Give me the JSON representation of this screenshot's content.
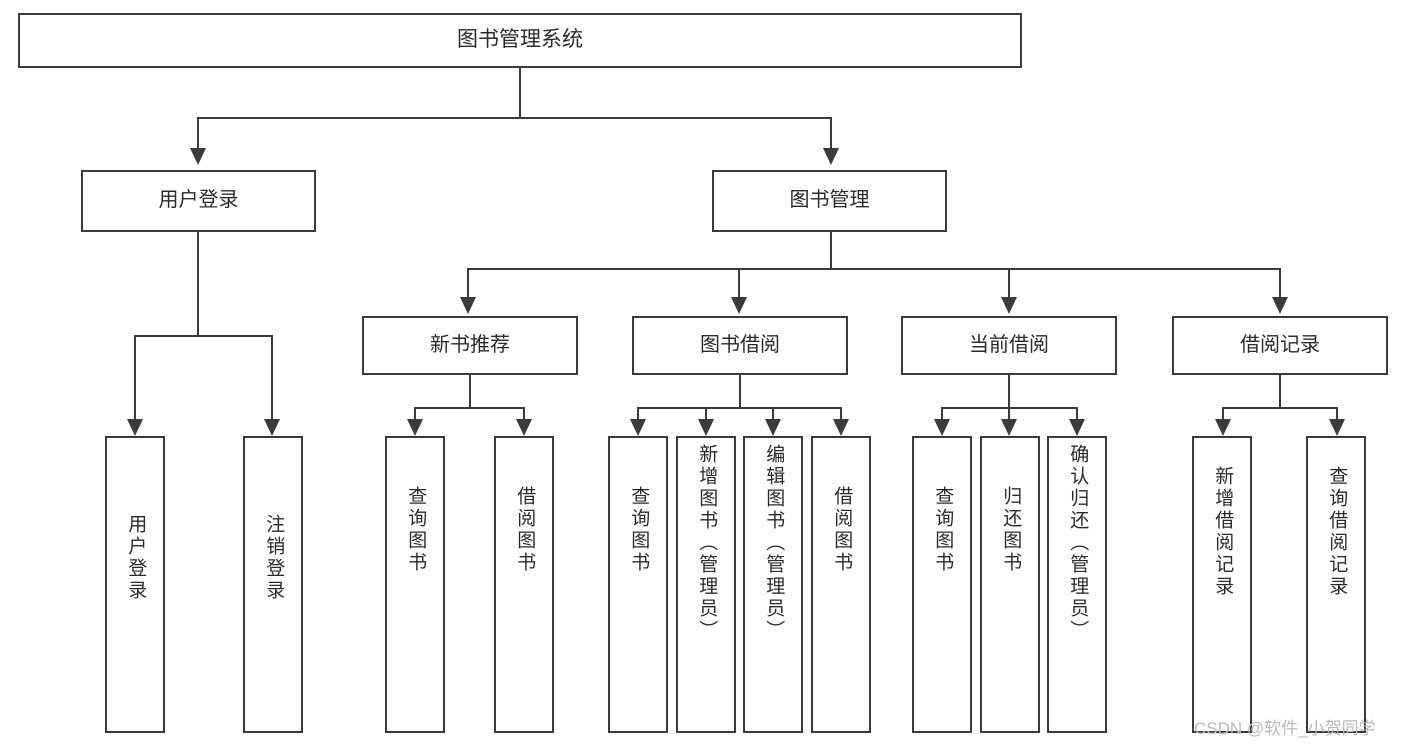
{
  "diagram": {
    "title_node": {
      "label": "图书管理系统"
    },
    "level2": [
      {
        "id": "user-login",
        "label": "用户登录"
      },
      {
        "id": "book-management",
        "label": "图书管理"
      }
    ],
    "level3": [
      {
        "id": "new-book-recommend",
        "label": "新书推荐"
      },
      {
        "id": "book-borrow",
        "label": "图书借阅"
      },
      {
        "id": "current-borrow",
        "label": "当前借阅"
      },
      {
        "id": "borrow-record",
        "label": "借阅记录"
      }
    ],
    "leaves": [
      {
        "id": "leaf-user-login",
        "parent": "user-login",
        "label": "用户登录"
      },
      {
        "id": "leaf-logout-login",
        "parent": "user-login",
        "label": "注销登录"
      },
      {
        "id": "leaf-query-book-1",
        "parent": "new-book-recommend",
        "label": "查询图书"
      },
      {
        "id": "leaf-borrow-book-1",
        "parent": "new-book-recommend",
        "label": "借阅图书"
      },
      {
        "id": "leaf-query-book-2",
        "parent": "book-borrow",
        "label": "查询图书"
      },
      {
        "id": "leaf-add-book",
        "parent": "book-borrow",
        "label": "新增图书（管理员）"
      },
      {
        "id": "leaf-edit-book",
        "parent": "book-borrow",
        "label": "编辑图书（管理员）"
      },
      {
        "id": "leaf-borrow-book-2",
        "parent": "book-borrow",
        "label": "借阅图书"
      },
      {
        "id": "leaf-query-book-3",
        "parent": "current-borrow",
        "label": "查询图书"
      },
      {
        "id": "leaf-return-book",
        "parent": "current-borrow",
        "label": "归还图书"
      },
      {
        "id": "leaf-confirm-return",
        "parent": "current-borrow",
        "label": "确认归还（管理员）"
      },
      {
        "id": "leaf-add-record",
        "parent": "borrow-record",
        "label": "新增借阅记录"
      },
      {
        "id": "leaf-query-record",
        "parent": "borrow-record",
        "label": "查询借阅记录"
      }
    ],
    "watermark": "CSDN @软件_小贺同学",
    "colors": {
      "stroke": "#3b3b3b",
      "text": "#2b2b2b",
      "background": "#ffffff",
      "watermark": "#b9b9b9"
    }
  }
}
